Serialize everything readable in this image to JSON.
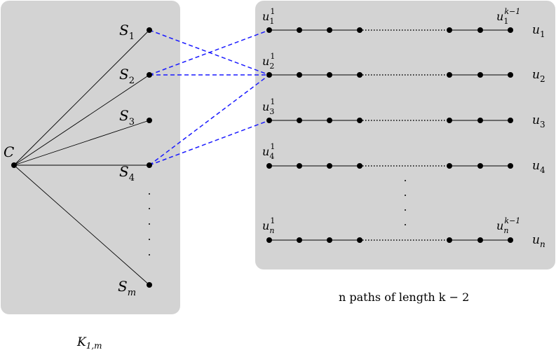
{
  "left_panel": {
    "center_label": "C",
    "star_nodes": [
      {
        "label": "S",
        "sub": "1"
      },
      {
        "label": "S",
        "sub": "2"
      },
      {
        "label": "S",
        "sub": "3"
      },
      {
        "label": "S",
        "sub": "4"
      },
      {
        "label": "S",
        "sub": "m"
      }
    ],
    "caption_main": "K",
    "caption_sub": "1,m"
  },
  "right_panel": {
    "paths": [
      {
        "start": "u",
        "start_sub": "1",
        "start_sup": "1",
        "end_sup_k": "k−1",
        "end_label": "u",
        "end_sub": "1"
      },
      {
        "start": "u",
        "start_sub": "2",
        "start_sup": "1",
        "end_label": "u",
        "end_sub": "2"
      },
      {
        "start": "u",
        "start_sub": "3",
        "start_sup": "1",
        "end_label": "u",
        "end_sub": "3"
      },
      {
        "start": "u",
        "start_sub": "4",
        "start_sup": "1",
        "end_label": "u",
        "end_sub": "4"
      },
      {
        "start": "u",
        "start_sub": "n",
        "start_sup": "1",
        "end_sup_k": "k−1",
        "end_label": "u",
        "end_sub": "n"
      }
    ],
    "caption": "n paths of length k − 2"
  },
  "colors": {
    "panel_fill": "#d3d3d3",
    "edge": "#000000",
    "dashed_edge": "#1a1aff"
  }
}
